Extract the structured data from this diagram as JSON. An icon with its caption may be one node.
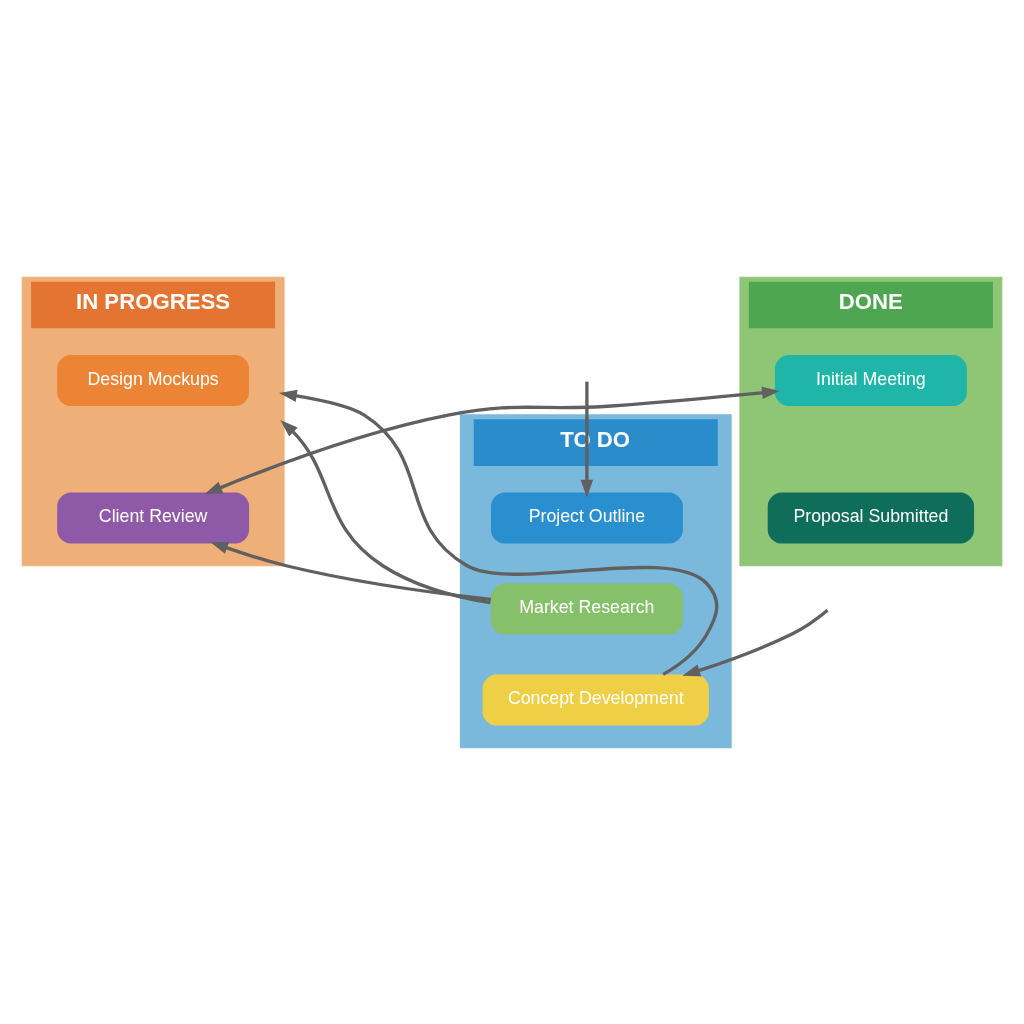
{
  "diagram": {
    "nodes": [
      {
        "text": [
          "TO DO"
        ]
      },
      {
        "text": [
          "Project Outline"
        ],
        "in": 0
      },
      {
        "text": [
          "Market Research"
        ],
        "in": 0
      },
      {
        "text": [
          "Concept Development"
        ],
        "in": 0
      },
      {
        "text": [
          "IN PROGRESS"
        ]
      },
      {
        "text": [
          "Design Mockups"
        ],
        "in": 4
      },
      {
        "text": [
          "Client Review"
        ],
        "in": 4
      },
      {
        "text": [
          "DONE"
        ]
      },
      {
        "text": [
          "Initial Meeting"
        ],
        "in": 7
      },
      {
        "text": [
          "Proposal Submitted"
        ],
        "in": 7
      }
    ],
    "edges": [
      {
        "from": null,
        "to": 1,
        "arrow": "to"
      },
      {
        "from": null,
        "to": 3,
        "arrow": "to"
      },
      {
        "from": 2,
        "to": 6,
        "arrow": "to"
      },
      {
        "from": 2,
        "to": 4,
        "arrow": "to"
      },
      {
        "from": 3,
        "to": 4,
        "arrow": "to"
      },
      {
        "from": 6,
        "to": 8,
        "arrow": "both"
      }
    ]
  }
}
